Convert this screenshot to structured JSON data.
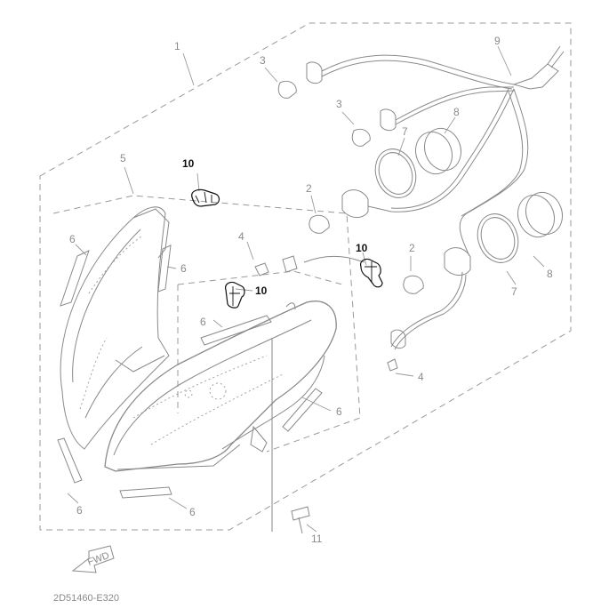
{
  "diagram": {
    "callouts": {
      "c1": "1",
      "c2a": "2",
      "c2b": "2",
      "c3a": "3",
      "c3b": "3",
      "c4a": "4",
      "c4b": "4",
      "c5": "5",
      "c6a": "6",
      "c6b": "6",
      "c6c": "6",
      "c6d": "6",
      "c6e": "6",
      "c6f": "6",
      "c7a": "7",
      "c7b": "7",
      "c8a": "8",
      "c8b": "8",
      "c9": "9",
      "c10a": "10",
      "c10b": "10",
      "c10c": "10",
      "c11": "11"
    },
    "highlight_color": "#111111",
    "line_color": "#8a8a8a",
    "fwd_label": "FWD",
    "code": "2D51460-E320"
  }
}
